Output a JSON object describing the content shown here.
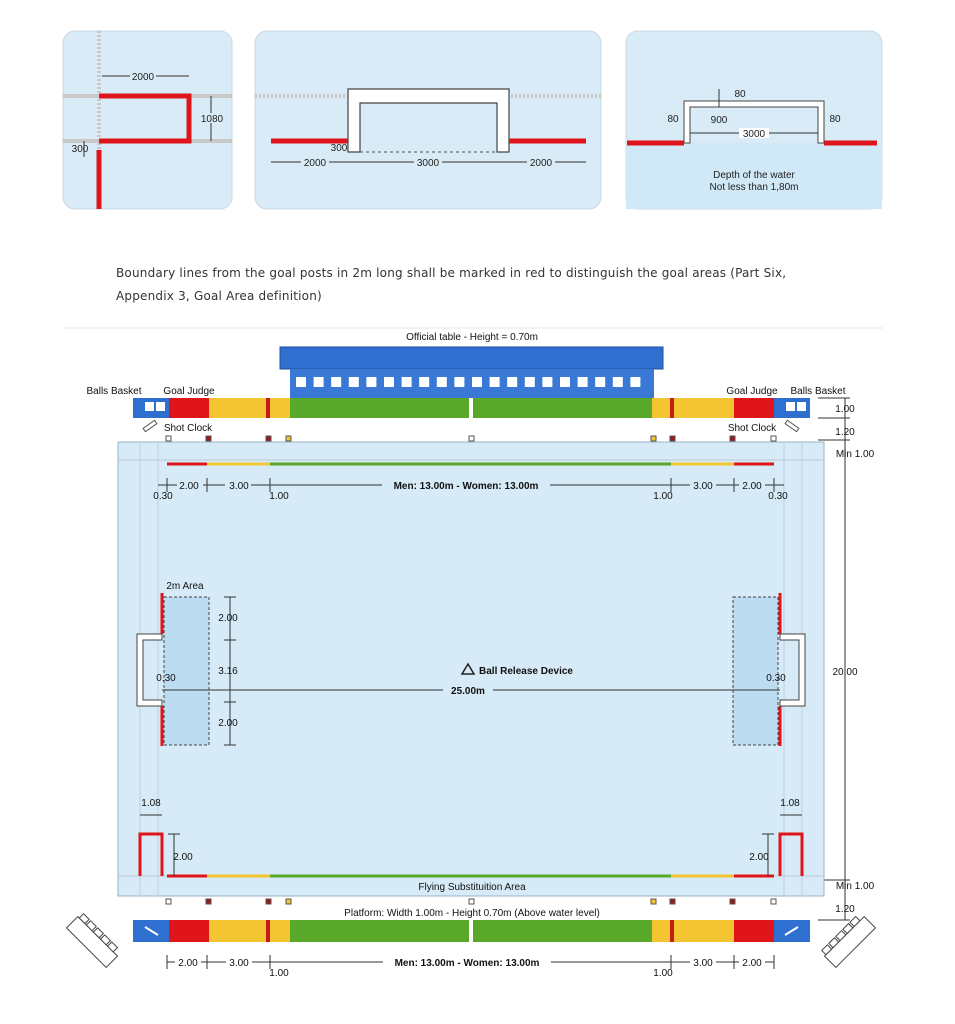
{
  "top_panels": {
    "panel1": {
      "dim_width": "2000",
      "dim_depth": "1080",
      "dim_post": "300"
    },
    "panel2": {
      "dim_post": "300",
      "dim_left": "2000",
      "dim_center": "3000",
      "dim_right": "2000"
    },
    "panel3": {
      "dim_top": "80",
      "dim_left": "80",
      "dim_right": "80",
      "dim_height": "900",
      "dim_width": "3000",
      "note_line1": "Depth of the water",
      "note_line2": "Not less than 1,80m"
    }
  },
  "caption": {
    "line1": "Boundary lines from the goal posts in 2m long shall be marked in red to distinguish the goal areas (Part Six,",
    "line2": "Appendix 3, Goal Area definition)"
  },
  "field": {
    "official_table": "Official table - Height = 0.70m",
    "balls_basket": "Balls Basket",
    "goal_judge": "Goal Judge",
    "shot_clock": "Shot Clock",
    "margin_top_platform": "1.00",
    "margin_top_gap": "1.20",
    "margin_top_min": "Min 1.00",
    "margin_bottom_min": "Min 1.00",
    "margin_bottom_gap": "1.20",
    "width_label": "20.00",
    "length_label": "25.00m",
    "men_women": "Men: 13.00m - Women: 13.00m",
    "d_200": "2.00",
    "d_300": "3.00",
    "d_100": "1.00",
    "d_030": "0.30",
    "area_2m": "2m Area",
    "goal_2": "2.00",
    "goal_316": "3.16",
    "ball_release": "Ball Release Device",
    "corner_108": "1.08",
    "flying_sub": "Flying Substituition Area",
    "platform": "Platform: Width 1.00m - Height 0.70m (Above water level)"
  },
  "colors": {
    "pool": "#d6ebf7",
    "red": "#e0141b",
    "yellow": "#f2c531",
    "green": "#5aa82a",
    "blue": "#2f6fd0",
    "panel_bg": "#d8ebf6"
  }
}
